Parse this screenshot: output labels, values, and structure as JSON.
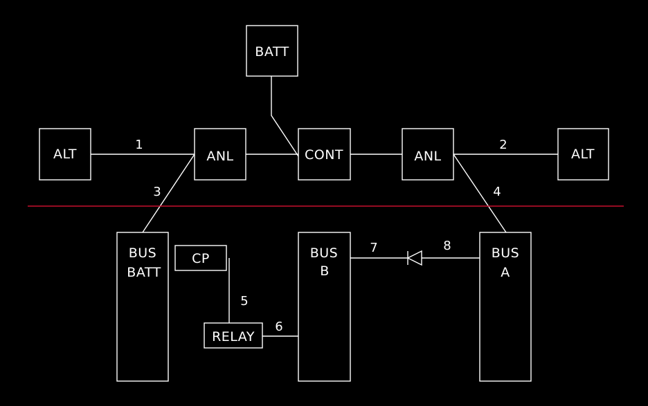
{
  "colors": {
    "background": "#000000",
    "lines": "#ffffff",
    "divider": "#c8102e"
  },
  "components": {
    "batt_top": "BATT",
    "alt_left": "ALT",
    "anl_left": "ANL",
    "cont": "CONT",
    "anl_right": "ANL",
    "alt_right": "ALT",
    "bus_batt": [
      "BUS",
      "BATT"
    ],
    "cp": "CP",
    "relay": "RELAY",
    "bus_b": [
      "BUS",
      "B"
    ],
    "bus_a": [
      "BUS",
      "A"
    ]
  },
  "wire_labels": {
    "w1": "1",
    "w2": "2",
    "w3": "3",
    "w4": "4",
    "w5": "5",
    "w6": "6",
    "w7": "7",
    "w8": "8"
  },
  "diode": {
    "icon": "diode-icon"
  }
}
